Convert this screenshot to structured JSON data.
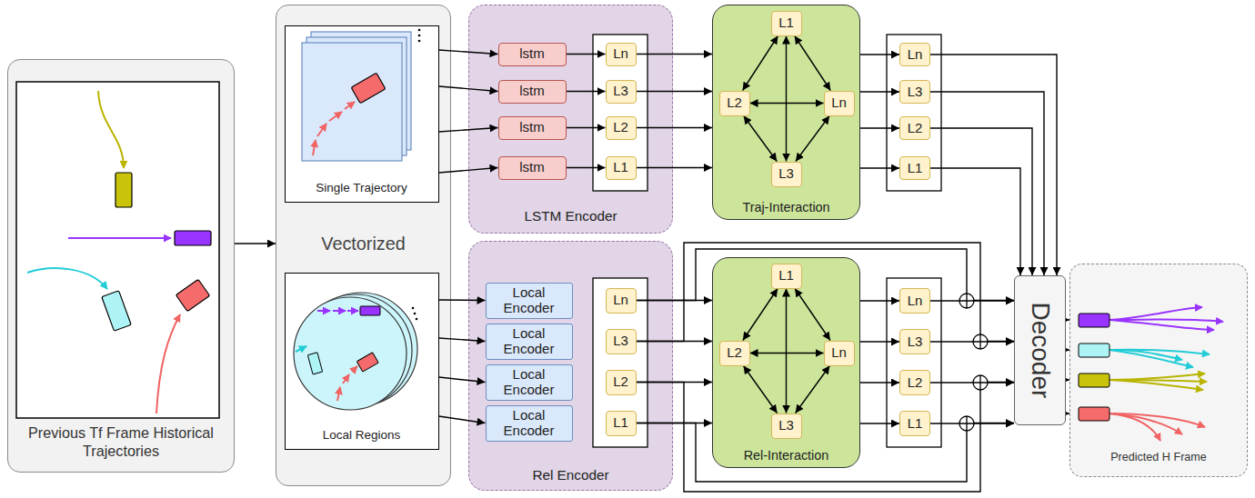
{
  "diagram": {
    "nodes": [
      {
        "text": [
          "Previous Tf Frame Historical Trajectories"
        ]
      },
      {
        "text": [
          "Vectorized"
        ]
      },
      {
        "text": [
          "Single Trajectory"
        ],
        "in": 1
      },
      {
        "text": [
          "Local Regions"
        ],
        "in": 1
      },
      {
        "text": [
          "LSTM Encoder"
        ]
      },
      {
        "text": [
          "lstm"
        ],
        "in": 4
      },
      {
        "text": [
          "lstm"
        ],
        "in": 4
      },
      {
        "text": [
          "lstm"
        ],
        "in": 4
      },
      {
        "text": [
          "lstm"
        ],
        "in": 4
      },
      {
        "text": [
          "Ln"
        ],
        "in": 4
      },
      {
        "text": [
          "L3"
        ],
        "in": 4
      },
      {
        "text": [
          "L2"
        ],
        "in": 4
      },
      {
        "text": [
          "L1"
        ],
        "in": 4
      },
      {
        "text": [
          "Traj-Interaction"
        ]
      },
      {
        "text": [
          "L1"
        ],
        "in": 13
      },
      {
        "text": [
          "L2"
        ],
        "in": 13
      },
      {
        "text": [
          "Ln"
        ],
        "in": 13
      },
      {
        "text": [
          "L3"
        ],
        "in": 13
      },
      {
        "text": [
          "Ln"
        ]
      },
      {
        "text": [
          "L3"
        ]
      },
      {
        "text": [
          "L2"
        ]
      },
      {
        "text": [
          "L1"
        ]
      },
      {
        "text": [
          "Rel Encoder"
        ]
      },
      {
        "text": [
          "Local Encoder"
        ],
        "in": 22
      },
      {
        "text": [
          "Local Encoder"
        ],
        "in": 22
      },
      {
        "text": [
          "Local Encoder"
        ],
        "in": 22
      },
      {
        "text": [
          "Local Encoder"
        ],
        "in": 22
      },
      {
        "text": [
          "Ln"
        ],
        "in": 22
      },
      {
        "text": [
          "L3"
        ],
        "in": 22
      },
      {
        "text": [
          "L2"
        ],
        "in": 22
      },
      {
        "text": [
          "L1"
        ],
        "in": 22
      },
      {
        "text": [
          "Rel-Interaction"
        ]
      },
      {
        "text": [
          "L1"
        ],
        "in": 31
      },
      {
        "text": [
          "L2"
        ],
        "in": 31
      },
      {
        "text": [
          "Ln"
        ],
        "in": 31
      },
      {
        "text": [
          "L3"
        ],
        "in": 31
      },
      {
        "text": [
          "Ln"
        ]
      },
      {
        "text": [
          "L3"
        ]
      },
      {
        "text": [
          "L2"
        ]
      },
      {
        "text": [
          "L1"
        ]
      },
      {
        "text": [
          "Decoder"
        ]
      },
      {
        "text": [
          "Predicted H Frame"
        ]
      }
    ],
    "edges": [
      {
        "from": 0,
        "to": 1,
        "arrow": "to"
      },
      {
        "from": 2,
        "to": 5,
        "arrow": "to"
      },
      {
        "from": 2,
        "to": 6,
        "arrow": "to"
      },
      {
        "from": 2,
        "to": 7,
        "arrow": "to"
      },
      {
        "from": 2,
        "to": 8,
        "arrow": "to"
      },
      {
        "from": 3,
        "to": 23,
        "arrow": "to"
      },
      {
        "from": 3,
        "to": 24,
        "arrow": "to"
      },
      {
        "from": 3,
        "to": 25,
        "arrow": "to"
      },
      {
        "from": 3,
        "to": 26,
        "arrow": "to"
      },
      {
        "from": 5,
        "to": 9,
        "arrow": "to"
      },
      {
        "from": 6,
        "to": 10,
        "arrow": "to"
      },
      {
        "from": 7,
        "to": 11,
        "arrow": "to"
      },
      {
        "from": 8,
        "to": 12,
        "arrow": "to"
      },
      {
        "from": 9,
        "to": 13,
        "arrow": "to"
      },
      {
        "from": 10,
        "to": 13,
        "arrow": "to"
      },
      {
        "from": 11,
        "to": 13,
        "arrow": "to"
      },
      {
        "from": 12,
        "to": 13,
        "arrow": "to"
      },
      {
        "from": 14,
        "to": 15,
        "arrow": "both"
      },
      {
        "from": 14,
        "to": 16,
        "arrow": "both"
      },
      {
        "from": 14,
        "to": 17,
        "arrow": "both"
      },
      {
        "from": 15,
        "to": 16,
        "arrow": "both"
      },
      {
        "from": 15,
        "to": 17,
        "arrow": "both"
      },
      {
        "from": 16,
        "to": 17,
        "arrow": "both"
      },
      {
        "from": 13,
        "to": 18,
        "arrow": "to"
      },
      {
        "from": 13,
        "to": 19,
        "arrow": "to"
      },
      {
        "from": 13,
        "to": 20,
        "arrow": "to"
      },
      {
        "from": 13,
        "to": 21,
        "arrow": "to"
      },
      {
        "from": 18,
        "to": 40,
        "arrow": "to"
      },
      {
        "from": 19,
        "to": 40,
        "arrow": "to"
      },
      {
        "from": 20,
        "to": 40,
        "arrow": "to"
      },
      {
        "from": 21,
        "to": 40,
        "arrow": "to"
      },
      {
        "from": 27,
        "to": 31,
        "arrow": "to"
      },
      {
        "from": 28,
        "to": 31,
        "arrow": "to"
      },
      {
        "from": 29,
        "to": 31,
        "arrow": "to"
      },
      {
        "from": 30,
        "to": 31,
        "arrow": "to"
      },
      {
        "from": 32,
        "to": 33,
        "arrow": "both"
      },
      {
        "from": 32,
        "to": 34,
        "arrow": "both"
      },
      {
        "from": 32,
        "to": 35,
        "arrow": "both"
      },
      {
        "from": 33,
        "to": 34,
        "arrow": "both"
      },
      {
        "from": 33,
        "to": 35,
        "arrow": "both"
      },
      {
        "from": 34,
        "to": 35,
        "arrow": "both"
      },
      {
        "from": 31,
        "to": 36,
        "arrow": "to"
      },
      {
        "from": 31,
        "to": 37,
        "arrow": "to"
      },
      {
        "from": 31,
        "to": 38,
        "arrow": "to"
      },
      {
        "from": 31,
        "to": 39,
        "arrow": "to"
      },
      {
        "from": 36,
        "to": 40,
        "arrow": "to"
      },
      {
        "from": 37,
        "to": 40,
        "arrow": "to"
      },
      {
        "from": 38,
        "to": 40,
        "arrow": "to"
      },
      {
        "from": 39,
        "to": 40,
        "arrow": "to"
      },
      {
        "from": 27,
        "to": 40,
        "arrow": "to"
      },
      {
        "from": 28,
        "to": 40,
        "arrow": "to"
      },
      {
        "from": 29,
        "to": 40,
        "arrow": "to"
      },
      {
        "from": 30,
        "to": 40,
        "arrow": "to"
      },
      {
        "from": 40,
        "to": 41,
        "arrow": "to"
      },
      {
        "from": 40,
        "to": 41,
        "arrow": "to"
      },
      {
        "from": 40,
        "to": 41,
        "arrow": "to"
      },
      {
        "from": 40,
        "to": 41,
        "arrow": "to"
      }
    ]
  }
}
